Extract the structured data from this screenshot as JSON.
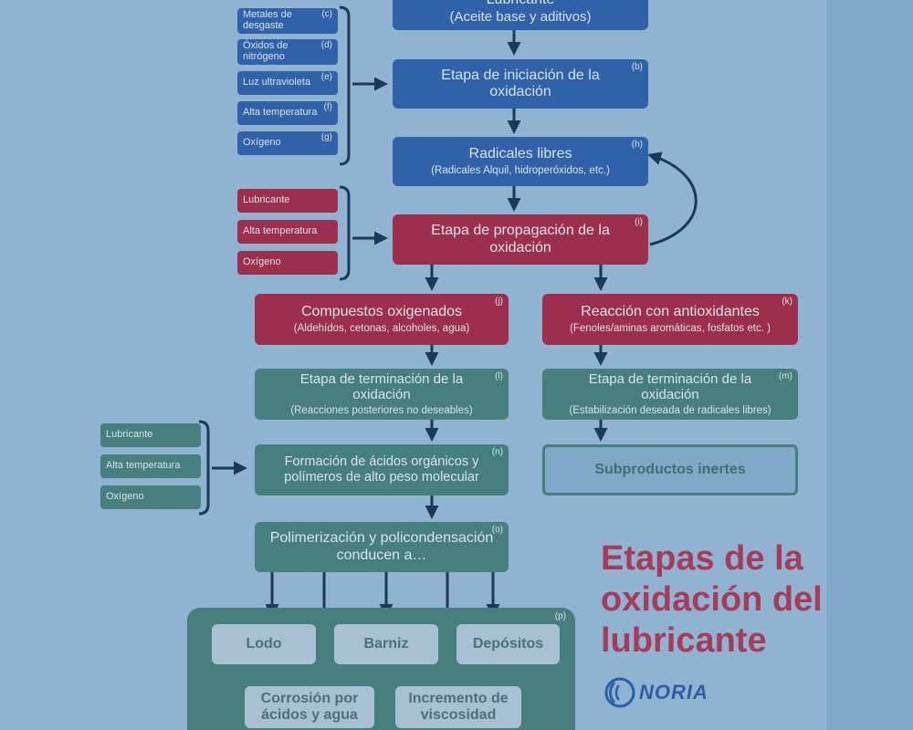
{
  "colors": {
    "blue": "#2f62a8",
    "red": "#9c2f4d",
    "teal": "#467f7e",
    "background": "#8fb3d0",
    "title": "#a63c59",
    "arrow": "#1b3a55"
  },
  "blue_inputs": [
    {
      "label": "Metales de desgaste",
      "tag": "(c)"
    },
    {
      "label": "Óxidos de nitrógeno",
      "tag": "(d)"
    },
    {
      "label": "Luz ultravioleta",
      "tag": "(e)"
    },
    {
      "label": "Alta temperatura",
      "tag": "(f)"
    },
    {
      "label": "Oxígeno",
      "tag": "(g)"
    }
  ],
  "red_inputs": [
    "Lubricante",
    "Alta temperatura",
    "Oxígeno"
  ],
  "teal_inputs": [
    "Lubricante",
    "Alta temperatura",
    "Oxígeno"
  ],
  "nodes": {
    "lubricante": {
      "title": "Lubricante",
      "subtitle": "(Aceite base y aditivos)"
    },
    "iniciacion": {
      "title": "Etapa de iniciación de la oxidación",
      "tag": "(b)"
    },
    "radicales": {
      "title": "Radicales libres",
      "subtitle": "(Radicales Alquil, hidroperóxidos, etc.)",
      "tag": "(h)"
    },
    "propagacion": {
      "title": "Etapa de propagación de la oxidación",
      "tag": "(i)"
    },
    "compuestos": {
      "title": "Compuestos oxigenados",
      "subtitle": "(Aldehídos, cetonas, alcoholes, agua)",
      "tag": "(j)"
    },
    "antioxidantes": {
      "title": "Reacción con antioxidantes",
      "subtitle": "(Fenoles/aminas aromáticas, fosfatos etc. )",
      "tag": "(k)"
    },
    "terminacion_l": {
      "title": "Etapa de terminación de la oxidación",
      "subtitle": "(Reacciones posteriores no deseables)",
      "tag": "(l)"
    },
    "terminacion_m": {
      "title": "Etapa de terminación de la oxidación",
      "subtitle": "(Estabilización deseada de radicales libres)",
      "tag": "(m)"
    },
    "formacion": {
      "title": "Formación de ácidos orgánicos y polímeros de alto peso molecular",
      "tag": "(n)"
    },
    "subproductos": {
      "title": "Subproductos inertes"
    },
    "polimerizacion": {
      "title": "Polimerización y policondensación conducen a…",
      "tag": "(o)"
    },
    "resultados_tag": "(p)",
    "lodo": "Lodo",
    "barniz": "Barniz",
    "depositos": "Depósitos",
    "corrosion": "Corrosión por ácidos y agua",
    "viscosidad": "Incremento de viscosidad"
  },
  "heading": [
    "Etapas de la",
    "oxidación del",
    "lubricante"
  ],
  "logo": {
    "icon": "noria-logo-icon",
    "text": "NORIA"
  }
}
